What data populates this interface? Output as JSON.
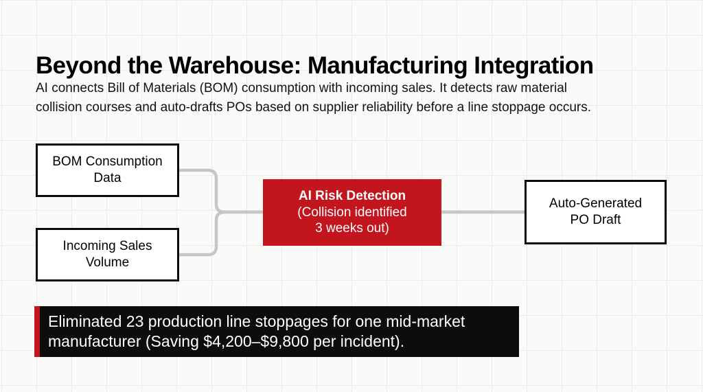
{
  "slide": {
    "title": "Beyond the Warehouse: Manufacturing Integration",
    "subtitle_lines": [
      "AI connects Bill of Materials (BOM) consumption with incoming sales. It detects raw material",
      "collision courses and auto-drafts POs based on supplier reliability before a line stoppage occurs."
    ]
  },
  "diagram": {
    "nodes": {
      "bom": {
        "lines": [
          "BOM Consumption",
          "Data"
        ]
      },
      "sales": {
        "lines": [
          "Incoming Sales",
          "Volume"
        ]
      },
      "ai": {
        "title": "AI Risk Detection",
        "sub_lines": [
          "(Collision identified",
          "3 weeks out)"
        ]
      },
      "po": {
        "lines": [
          "Auto-Generated",
          "PO Draft"
        ]
      }
    },
    "edges": [
      {
        "from": "bom",
        "to": "ai"
      },
      {
        "from": "sales",
        "to": "ai"
      },
      {
        "from": "ai",
        "to": "po"
      }
    ]
  },
  "callout": {
    "lines": [
      "Eliminated 23 production line stoppages for one mid-market",
      "manufacturer (Saving $4,200–$9,800 per incident)."
    ]
  },
  "colors": {
    "accent_red": "#c3151d",
    "banner_black": "#0d0d0d",
    "connector_gray": "#c6c6c6",
    "box_border": "#0a0a0a",
    "background": "#fafaf9",
    "grid_line": "#ebebe9",
    "text_dark": "#121212",
    "text_light": "#ffffff"
  }
}
